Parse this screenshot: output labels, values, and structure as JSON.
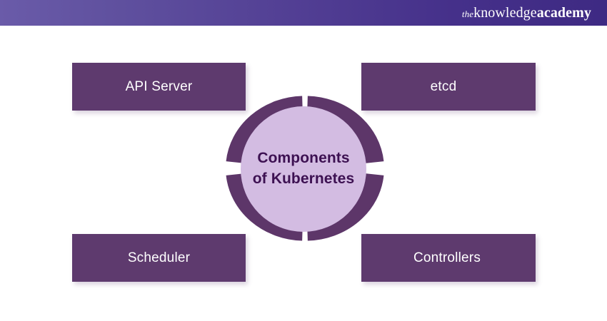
{
  "header": {
    "brand_the": "the",
    "brand_knowledge": "knowledge",
    "brand_academy": "academy",
    "gradient_start": "#6a5ba9",
    "gradient_end": "#3e2a83"
  },
  "diagram": {
    "title": "Components\nof Kubernetes",
    "center_text_color": "#3d1152",
    "center_circle_color": "#d3bce2",
    "ring_color": "#5d3669",
    "box_color": "#5e3a6e",
    "box_text_color": "#ffffff",
    "background_color": "#ffffff",
    "boxes": [
      {
        "id": "api-server",
        "label": "API Server",
        "position": "top-left"
      },
      {
        "id": "etcd",
        "label": "etcd",
        "position": "top-right"
      },
      {
        "id": "scheduler",
        "label": "Scheduler",
        "position": "bottom-left"
      },
      {
        "id": "controllers",
        "label": "Controllers",
        "position": "bottom-right"
      }
    ]
  }
}
